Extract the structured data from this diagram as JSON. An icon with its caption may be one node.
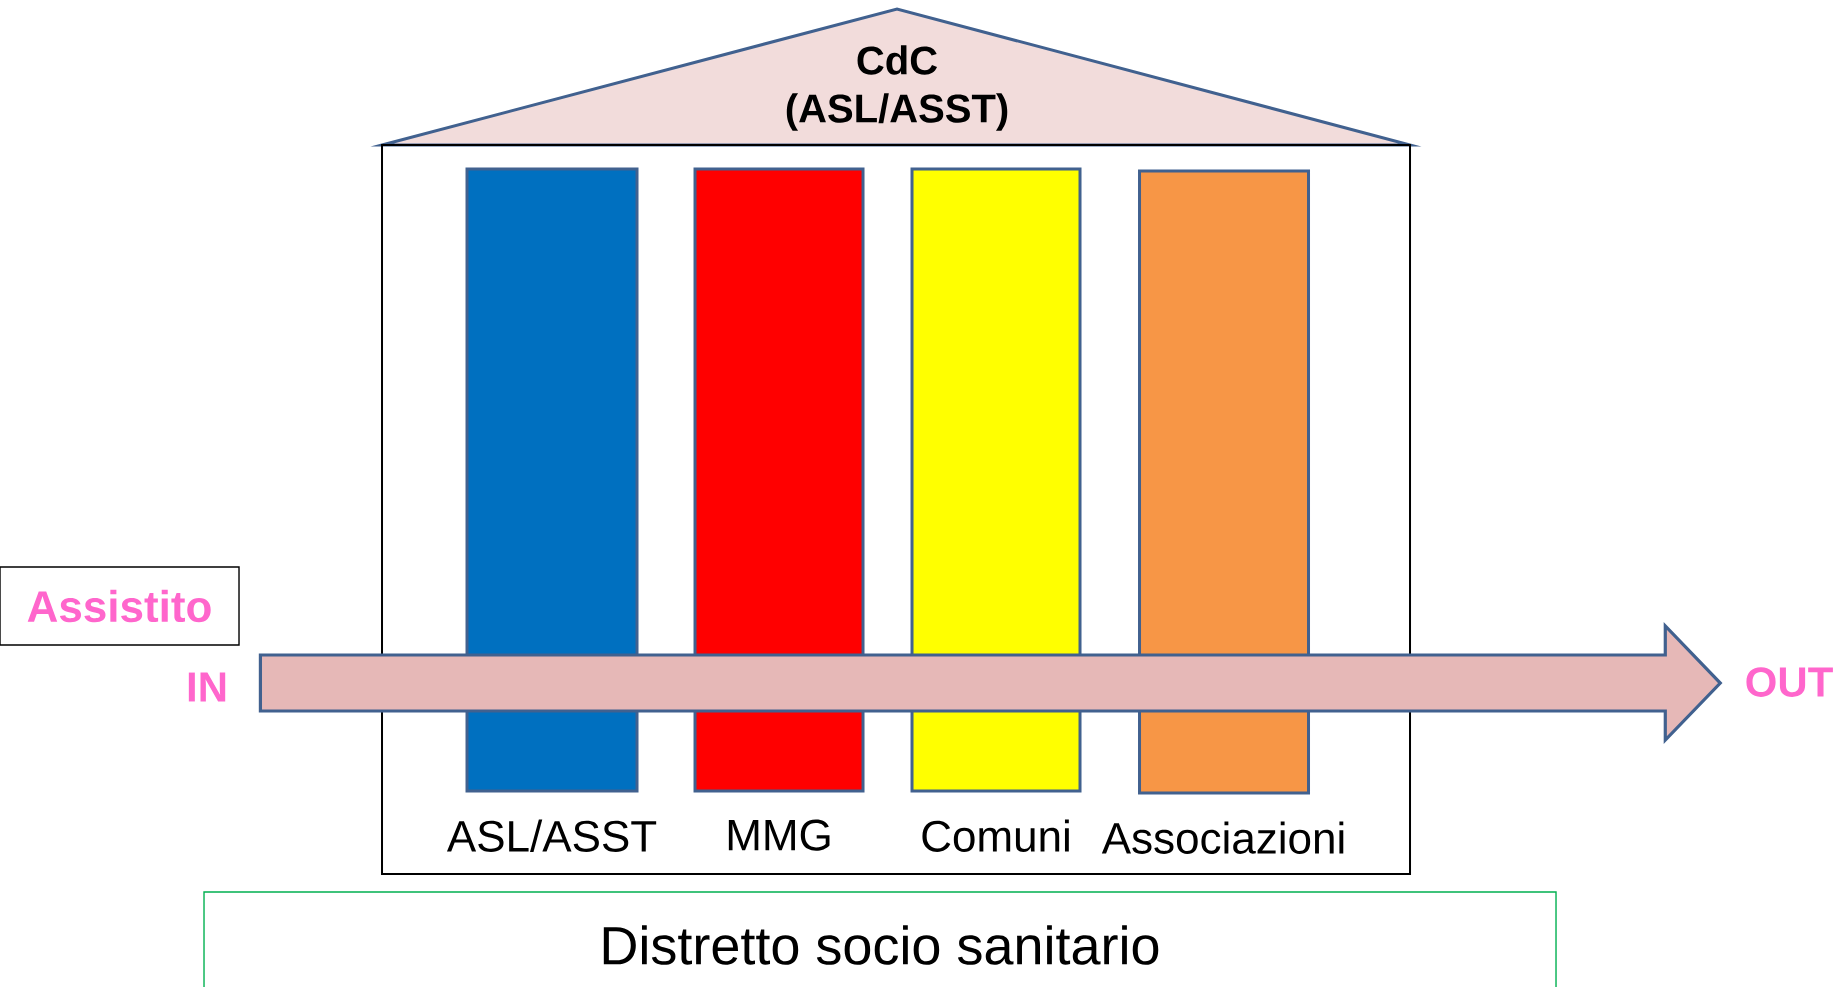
{
  "diagram": {
    "nodes": [
      {
        "text": [
          "CdC (ASL/ASST)"
        ]
      },
      {
        "text": [],
        "shape": "box"
      },
      {
        "text": [
          "ASL/ASST"
        ],
        "in": 1
      },
      {
        "text": [
          "MMG"
        ],
        "in": 1
      },
      {
        "text": [
          "Comuni"
        ],
        "in": 1
      },
      {
        "text": [
          "Associazioni"
        ],
        "in": 1
      },
      {
        "text": [
          "Assistito"
        ]
      },
      {
        "text": [
          "IN"
        ]
      },
      {
        "text": [
          "OUT"
        ]
      },
      {
        "text": [
          "Distretto socio sanitario"
        ]
      }
    ],
    "edges": [
      {
        "from": 7,
        "to": 8,
        "arrow": "to",
        "style": "thick"
      }
    ]
  }
}
